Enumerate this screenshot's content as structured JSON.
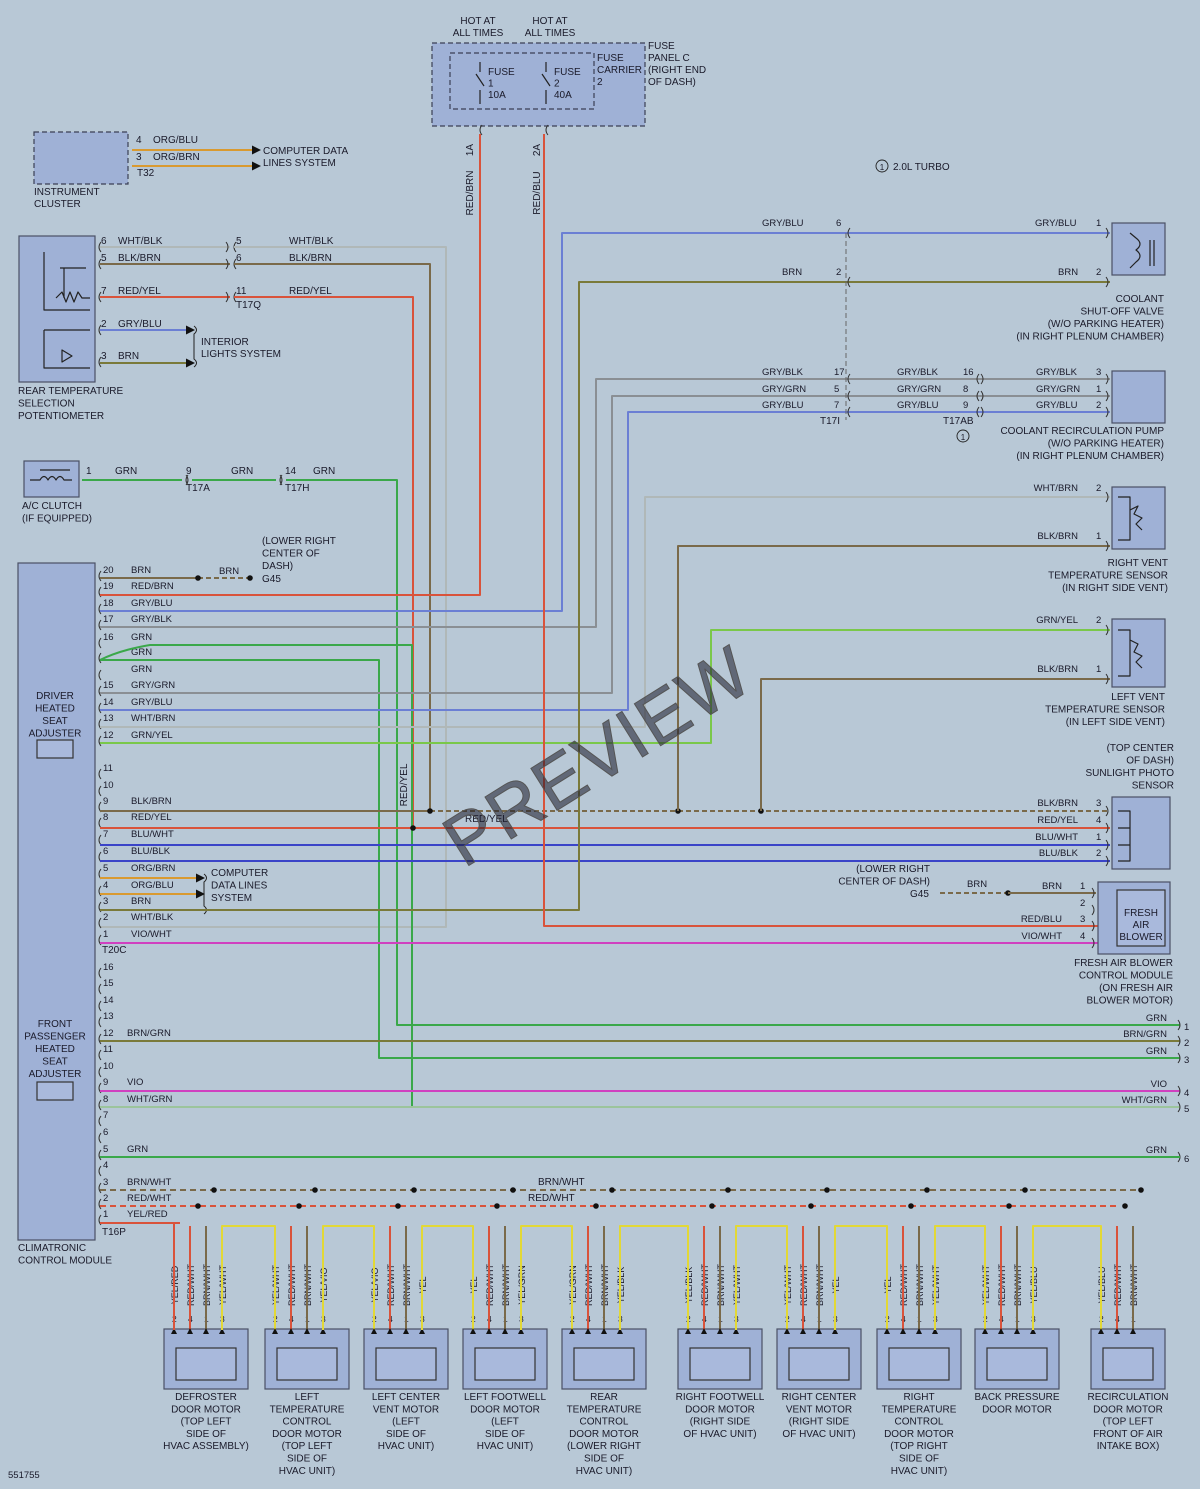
{
  "diagram_id": "551755",
  "watermark": "PREVIEW",
  "turbo_note": "2.0L TURBO",
  "turbo_note_marker": "1",
  "fuse_panel": {
    "hot1": [
      "HOT AT",
      "ALL TIMES"
    ],
    "hot2": [
      "HOT AT",
      "ALL TIMES"
    ],
    "label": [
      "FUSE",
      "PANEL C",
      "(RIGHT END",
      "OF DASH)"
    ],
    "carrier": [
      "FUSE",
      "CARRIER",
      "2"
    ],
    "fuse1": [
      "FUSE",
      "1",
      "10A"
    ],
    "fuse2": [
      "FUSE",
      "2",
      "40A"
    ],
    "pin1": "1A",
    "pin2": "2A",
    "wire1": "RED/BRN",
    "wire2": "RED/BLU"
  },
  "instrument_cluster": {
    "label": [
      "INSTRUMENT",
      "CLUSTER"
    ],
    "connector": "T32",
    "pins": [
      {
        "pin": "4",
        "color": "ORG/BLU"
      },
      {
        "pin": "3",
        "color": "ORG/BRN"
      }
    ],
    "dest": [
      "COMPUTER DATA",
      "LINES SYSTEM"
    ]
  },
  "rear_temp": {
    "label": [
      "REAR TEMPERATURE",
      "SELECTION",
      "POTENTIOMETER"
    ],
    "pins": [
      {
        "pin": "6",
        "color": "WHT/BLK",
        "pin2": "5",
        "color2": "WHT/BLK"
      },
      {
        "pin": "5",
        "color": "BLK/BRN",
        "pin2": "6",
        "color2": "BLK/BRN"
      },
      {
        "pin": "7",
        "color": "RED/YEL",
        "pin2": "11",
        "color2": "RED/YEL"
      },
      {
        "pin": "2",
        "color": "GRY/BLU"
      },
      {
        "pin": "3",
        "color": "BRN"
      }
    ],
    "connector": "T17Q",
    "interior": [
      "INTERIOR",
      "LIGHTS SYSTEM"
    ]
  },
  "ac_clutch": {
    "label": [
      "A/C CLUTCH",
      "(IF EQUIPPED)"
    ],
    "wires": [
      {
        "pin": "1",
        "color": "GRN"
      },
      {
        "pin": "9",
        "color": "GRN",
        "conn": "T17A"
      },
      {
        "pin": "14",
        "color": "GRN",
        "conn": "T17H"
      }
    ]
  },
  "ground_upper": {
    "note": [
      "(LOWER RIGHT",
      "CENTER OF",
      "DASH)"
    ],
    "name": "G45",
    "wire": "BRN"
  },
  "climatronic": {
    "label": [
      "CLIMATRONIC",
      "CONTROL MODULE"
    ],
    "driver": [
      "DRIVER",
      "HEATED",
      "SEAT",
      "ADJUSTER"
    ],
    "passenger": [
      "FRONT",
      "PASSENGER",
      "HEATED",
      "SEAT",
      "ADJUSTER"
    ],
    "conn1": "T20C",
    "conn2": "T16P",
    "t20_pins": [
      {
        "pin": "20",
        "color": "BRN"
      },
      {
        "pin": "19",
        "color": "RED/BRN"
      },
      {
        "pin": "18",
        "color": "GRY/BLU"
      },
      {
        "pin": "17",
        "color": "GRY/BLK"
      },
      {
        "pin": "16",
        "color": "GRN"
      },
      {
        "pin": "",
        "color": "GRN"
      },
      {
        "pin": "",
        "color": "GRN"
      },
      {
        "pin": "15",
        "color": "GRY/GRN"
      },
      {
        "pin": "14",
        "color": "GRY/BLU"
      },
      {
        "pin": "13",
        "color": "WHT/BRN"
      },
      {
        "pin": "12",
        "color": "GRN/YEL"
      },
      {
        "pin": "11",
        "color": ""
      },
      {
        "pin": "10",
        "color": ""
      },
      {
        "pin": "9",
        "color": "BLK/BRN"
      },
      {
        "pin": "8",
        "color": "RED/YEL"
      },
      {
        "pin": "7",
        "color": "BLU/WHT"
      },
      {
        "pin": "6",
        "color": "BLU/BLK"
      },
      {
        "pin": "5",
        "color": "ORG/BRN"
      },
      {
        "pin": "4",
        "color": "ORG/BLU"
      },
      {
        "pin": "3",
        "color": "BRN"
      },
      {
        "pin": "2",
        "color": "WHT/BLK"
      },
      {
        "pin": "1",
        "color": "VIO/WHT"
      }
    ],
    "t16_pins": [
      {
        "pin": "16",
        "color": ""
      },
      {
        "pin": "15",
        "color": ""
      },
      {
        "pin": "14",
        "color": ""
      },
      {
        "pin": "13",
        "color": ""
      },
      {
        "pin": "12",
        "color": "BRN/GRN"
      },
      {
        "pin": "11",
        "color": ""
      },
      {
        "pin": "10",
        "color": ""
      },
      {
        "pin": "9",
        "color": "VIO"
      },
      {
        "pin": "8",
        "color": "WHT/GRN"
      },
      {
        "pin": "7",
        "color": ""
      },
      {
        "pin": "6",
        "color": ""
      },
      {
        "pin": "5",
        "color": "GRN"
      },
      {
        "pin": "4",
        "color": ""
      },
      {
        "pin": "3",
        "color": "BRN/WHT"
      },
      {
        "pin": "2",
        "color": "RED/WHT"
      },
      {
        "pin": "1",
        "color": "YEL/RED"
      }
    ],
    "data_dest": [
      "COMPUTER",
      "DATA LINES",
      "SYSTEM"
    ]
  },
  "coolant_valve": {
    "label": [
      "COOLANT",
      "SHUT-OFF VALVE",
      "(W/O PARKING HEATER)",
      "(IN RIGHT PLENUM CHAMBER)"
    ],
    "wires": [
      {
        "color": "GRY/BLU",
        "pin": "6",
        "pin2": "1"
      },
      {
        "color": "BRN",
        "pin": "2",
        "pin2": "2"
      }
    ]
  },
  "coolant_pump": {
    "label": [
      "COOLANT RECIRCULATION PUMP",
      "(W/O PARKING HEATER)",
      "(IN RIGHT PLENUM CHAMBER)"
    ],
    "wires": [
      {
        "c1": "GRY/BLK",
        "p1": "17",
        "c2": "GRY/BLK",
        "p2": "16",
        "c3": "GRY/BLK",
        "p3": "3"
      },
      {
        "c1": "GRY/GRN",
        "p1": "5",
        "c2": "GRY/GRN",
        "p2": "8",
        "c3": "GRY/GRN",
        "p3": "1"
      },
      {
        "c1": "GRY/BLU",
        "p1": "7",
        "c2": "GRY/BLU",
        "p2": "9",
        "c3": "GRY/BLU",
        "p3": "2"
      }
    ],
    "conn1": "T17I",
    "conn2": "T17AB",
    "marker": "1"
  },
  "right_vent": {
    "label": [
      "RIGHT VENT",
      "TEMPERATURE SENSOR",
      "(IN RIGHT SIDE VENT)"
    ],
    "wires": [
      {
        "color": "WHT/BRN",
        "pin": "2"
      },
      {
        "color": "BLK/BRN",
        "pin": "1"
      }
    ]
  },
  "left_vent": {
    "label": [
      "LEFT VENT",
      "TEMPERATURE SENSOR",
      "(IN LEFT SIDE VENT)"
    ],
    "wires": [
      {
        "color": "GRN/YEL",
        "pin": "2"
      },
      {
        "color": "BLK/BRN",
        "pin": "1"
      }
    ]
  },
  "sunlight": {
    "label": [
      "(TOP CENTER",
      "OF DASH)",
      "SUNLIGHT PHOTO",
      "SENSOR"
    ],
    "wires": [
      {
        "color": "BLK/BRN",
        "pin": "3"
      },
      {
        "color": "RED/YEL",
        "pin": "4"
      },
      {
        "color": "BLU/WHT",
        "pin": "1"
      },
      {
        "color": "BLU/BLK",
        "pin": "2"
      }
    ],
    "splice_label": "RED/YEL",
    "vertical_label": "RED/YEL"
  },
  "fresh_air": {
    "ground_note": [
      "(LOWER RIGHT",
      "CENTER OF DASH)"
    ],
    "ground": "G45",
    "box": [
      "FRESH",
      "AIR",
      "BLOWER"
    ],
    "label": [
      "FRESH AIR BLOWER",
      "CONTROL MODULE",
      "(ON FRESH AIR",
      "BLOWER MOTOR)"
    ],
    "wires": [
      {
        "color": "BRN",
        "pin": "1",
        "left": "BRN"
      },
      {
        "color": "",
        "pin": "2"
      },
      {
        "color": "RED/BLU",
        "pin": "3"
      },
      {
        "color": "VIO/WHT",
        "pin": "4"
      }
    ]
  },
  "right_exits": [
    {
      "color": "GRN",
      "num": "1"
    },
    {
      "color": "BRN/GRN",
      "num": "2"
    },
    {
      "color": "GRN",
      "num": "3"
    },
    {
      "color": "VIO",
      "num": "4"
    },
    {
      "color": "WHT/GRN",
      "num": "5"
    },
    {
      "color": "GRN",
      "num": "6"
    }
  ],
  "bus_labels": [
    "BRN/WHT",
    "RED/WHT"
  ],
  "motors": [
    {
      "name": [
        "DEFROSTER",
        "DOOR MOTOR",
        "(TOP LEFT",
        "SIDE OF",
        "HVAC ASSEMBLY)"
      ],
      "wires": [
        "YEL/RED",
        "RED/WHT",
        "BRN/WHT",
        "YEL/WHT"
      ],
      "pins": [
        "2",
        "4",
        "1",
        "3"
      ]
    },
    {
      "name": [
        "LEFT",
        "TEMPERATURE",
        "CONTROL",
        "DOOR MOTOR",
        "(TOP LEFT",
        "SIDE OF",
        "HVAC UNIT)"
      ],
      "wires": [
        "YEL/WHT",
        "RED/WHT",
        "BRN/WHT",
        "YEL/VIO"
      ],
      "pins": [
        "2",
        "4",
        "1",
        "3"
      ]
    },
    {
      "name": [
        "LEFT CENTER",
        "VENT MOTOR",
        "(LEFT",
        "SIDE OF",
        "HVAC UNIT)"
      ],
      "wires": [
        "YEL/VIO",
        "RED/WHT",
        "BRN/WHT",
        "YEL"
      ],
      "pins": [
        "2",
        "4",
        "1",
        "3"
      ]
    },
    {
      "name": [
        "LEFT FOOTWELL",
        "DOOR MOTOR",
        "(LEFT",
        "SIDE OF",
        "HVAC UNIT)"
      ],
      "wires": [
        "YEL",
        "RED/WHT",
        "BRN/WHT",
        "YEL/GRN"
      ],
      "pins": [
        "2",
        "4",
        "1",
        "3"
      ]
    },
    {
      "name": [
        "REAR",
        "TEMPERATURE",
        "CONTROL",
        "DOOR MOTOR",
        "(LOWER RIGHT",
        "SIDE OF",
        "HVAC UNIT)"
      ],
      "wires": [
        "YEL/GRN",
        "RED/WHT",
        "BRN/WHT",
        "YEL/BLK"
      ],
      "pins": [
        "2",
        "4",
        "1",
        "3"
      ]
    },
    {
      "name": [
        "RIGHT FOOTWELL",
        "DOOR MOTOR",
        "(RIGHT SIDE",
        "OF HVAC UNIT)"
      ],
      "wires": [
        "YEL/BLK",
        "RED/WHT",
        "BRN/WHT",
        "YEL/WHT"
      ],
      "pins": [
        "2",
        "4",
        "1",
        "3"
      ]
    },
    {
      "name": [
        "RIGHT CENTER",
        "VENT MOTOR",
        "(RIGHT SIDE",
        "OF HVAC UNIT)"
      ],
      "wires": [
        "YEL/WHT",
        "RED/WHT",
        "BRN/WHT",
        "YEL"
      ],
      "pins": [
        "2",
        "4",
        "1",
        "3"
      ]
    },
    {
      "name": [
        "RIGHT",
        "TEMPERATURE",
        "CONTROL",
        "DOOR MOTOR",
        "(TOP RIGHT",
        "SIDE OF",
        "HVAC UNIT)"
      ],
      "wires": [
        "YEL",
        "RED/WHT",
        "BRN/WHT",
        "YEL/WHT"
      ],
      "pins": [
        "2",
        "4",
        "1",
        "3"
      ]
    },
    {
      "name": [
        "BACK PRESSURE",
        "DOOR MOTOR"
      ],
      "wires": [
        "YEL/WHT",
        "RED/WHT",
        "BRN/WHT",
        "YEL/BLU"
      ],
      "pins": [
        "2",
        "4",
        "1",
        "3"
      ]
    },
    {
      "name": [
        "RECIRCULATION",
        "DOOR MOTOR",
        "(TOP LEFT",
        "FRONT OF AIR",
        "INTAKE BOX)"
      ],
      "wires": [
        "YEL/BLU",
        "RED/WHT",
        "BRN/WHT"
      ],
      "pins": [
        "2",
        "4",
        "1"
      ]
    }
  ],
  "wire_colors": {
    "red": "#d9533b",
    "brown": "#7a6a4a",
    "gray": "#8a8f94",
    "green": "#3aa84a",
    "blue": "#3a44c8",
    "grayblue": "#6b7fd4",
    "violet": "#d040c0",
    "yellow": "#e2d836",
    "orange": "#d99a30",
    "lightgray": "#b0b8b8",
    "olive": "#7a7a3a"
  }
}
